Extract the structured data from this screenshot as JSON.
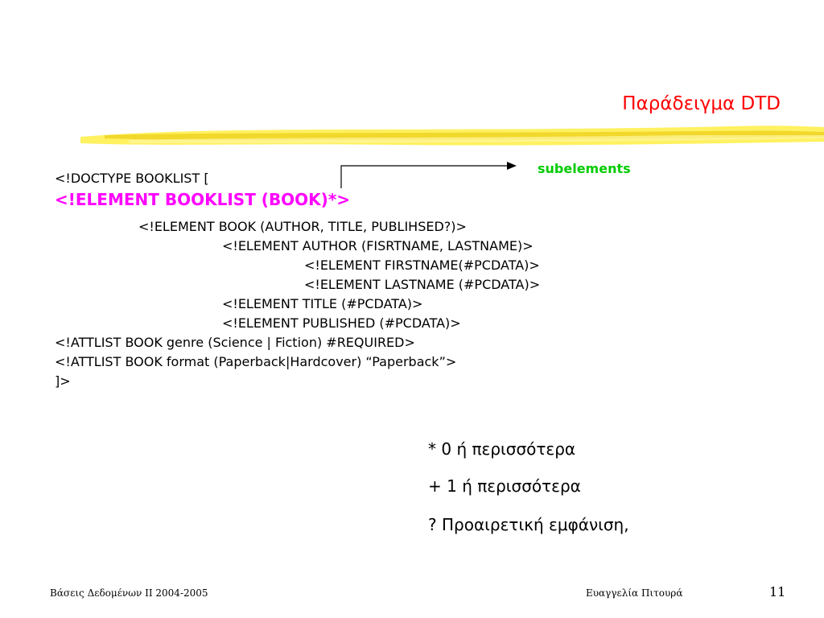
{
  "slide": {
    "title": "Παράδειγμα DTD",
    "annotation": "subelements",
    "code": [
      "<!DOCTYPE BOOKLIST [",
      "<!ELEMENT BOOKLIST (BOOK)*>",
      "<!ELEMENT BOOK (AUTHOR, TITLE, PUBLIHSED?)>",
      "<!ELEMENT AUTHOR (FISRTNAME, LASTNAME)>",
      "<!ELEMENT FIRSTNAME(#PCDATA)>",
      "<!ELEMENT LASTNAME (#PCDATA)>",
      "<!ELEMENT TITLE (#PCDATA)>",
      "<!ELEMENT PUBLISHED (#PCDATA)>",
      "<!ATTLIST BOOK genre (Science | Fiction) #REQUIRED>",
      "<!ATTLIST BOOK format (Paperback|Hardcover) “Paperback”>",
      "]>"
    ],
    "legend": [
      "* 0 ή περισσότερα",
      "+ 1 ή περισσότερα",
      "? Προαιρετική εμφάνιση,"
    ]
  },
  "footer": {
    "course": "Βάσεις Δεδομένων ΙΙ 2004-2005",
    "author": "Ευαγγελία  Πιτουρά",
    "page_number": "11"
  },
  "colors": {
    "title": "#ff0000",
    "highlight": "#ffee44",
    "code_emphasis": "#ff00ff",
    "annotation": "#00cc00",
    "text": "#000000"
  }
}
